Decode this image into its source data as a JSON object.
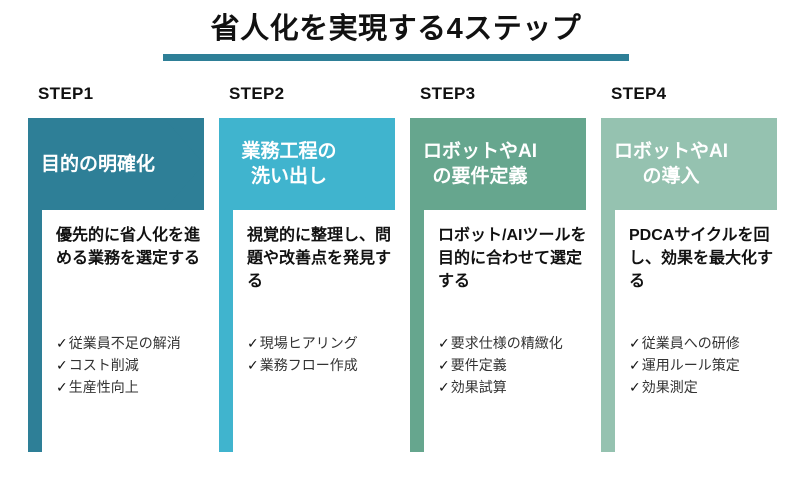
{
  "title": {
    "text": "省人化を実現する4ステップ",
    "rule_color": "#2E7F97"
  },
  "steps": [
    {
      "label": "STEP1",
      "color": "#2E7F97",
      "heading_lines": [
        "目的の明確化"
      ],
      "description": "優先的に省人化を進める業務を選定する",
      "checks": [
        "従業員不足の解消",
        "コスト削減",
        "生産性向上"
      ],
      "check_icon": "✓"
    },
    {
      "label": "STEP2",
      "color": "#40B4CE",
      "heading_lines": [
        "業務工程の",
        "洗い出し"
      ],
      "description": "視覚的に整理し、問題や改善点を発見する",
      "checks": [
        "現場ヒアリング",
        "業務フロー作成"
      ],
      "check_icon": "✓"
    },
    {
      "label": "STEP3",
      "color": "#66A68E",
      "heading_lines": [
        "ロボットやAI",
        "の要件定義"
      ],
      "description": "ロボット/AIツールを目的に合わせて選定する",
      "checks": [
        "要求仕様の精緻化",
        "要件定義",
        "効果試算"
      ],
      "check_icon": "✓"
    },
    {
      "label": "STEP4",
      "color": "#95C2B0",
      "heading_lines": [
        "ロボットやAI",
        "の導入"
      ],
      "description": "PDCAサイクルを回し、効果を最大化する",
      "checks": [
        "従業員への研修",
        "運用ルール策定",
        "効果測定"
      ],
      "check_icon": "✓"
    }
  ]
}
